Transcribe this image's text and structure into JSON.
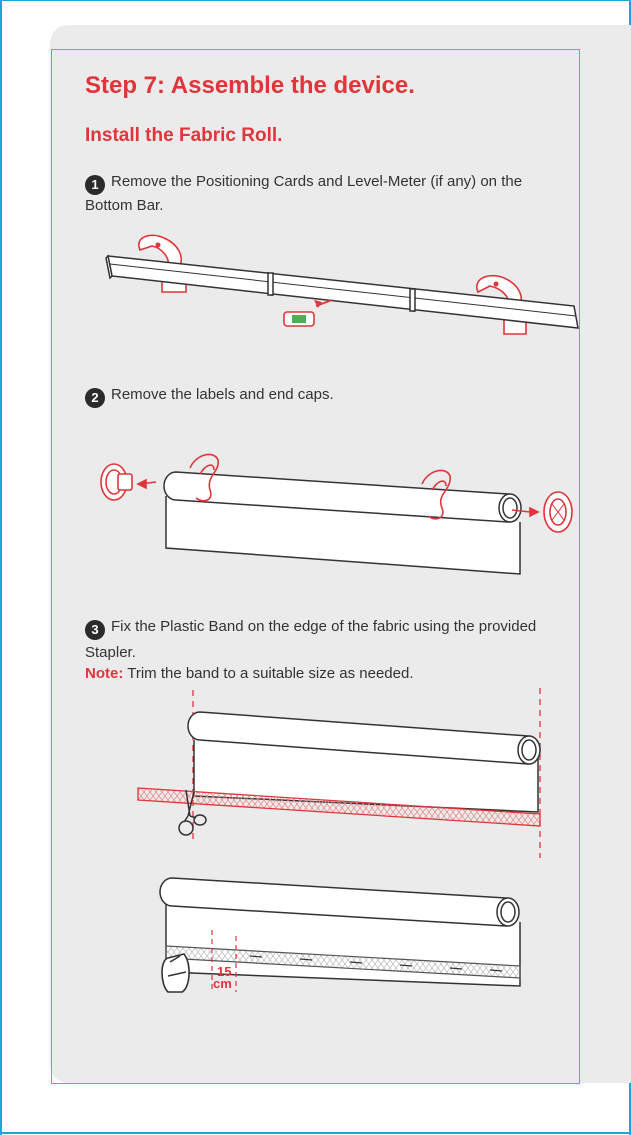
{
  "title": "Step 7: Assemble the device.",
  "section": "Install the Fabric Roll.",
  "steps": [
    {
      "number": "1",
      "text": "Remove the Positioning Cards and Level-Meter (if any) on the Bottom Bar."
    },
    {
      "number": "2",
      "text": "Remove the labels and end caps."
    },
    {
      "number": "3",
      "text": "Fix the Plastic Band on the edge of the fabric using the provided Stapler."
    }
  ],
  "note": {
    "label": "Note:",
    "text": " Trim the band to a suitable size as needed."
  },
  "measure": {
    "value": "15",
    "unit": "cm"
  },
  "colors": {
    "accent": "#e0353b",
    "frame": "#1aa6d6",
    "background": "#ebebeb",
    "line": "#333333"
  }
}
